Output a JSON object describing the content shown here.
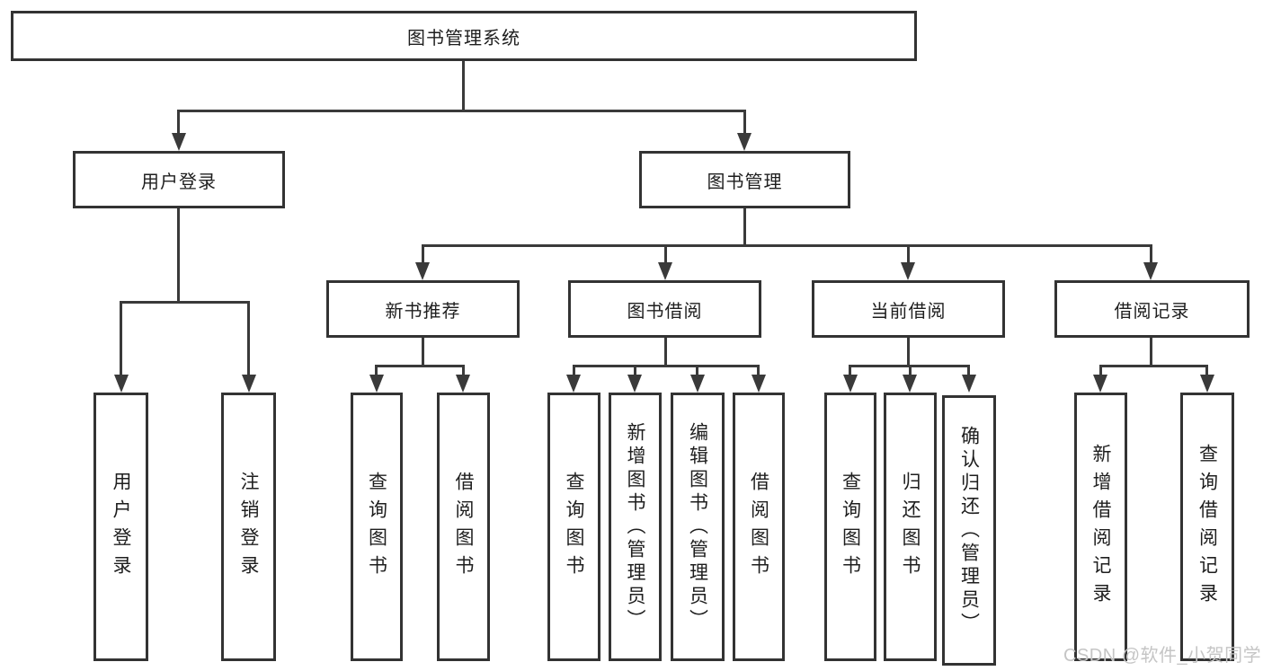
{
  "diagram": {
    "root": {
      "label": "图书管理系统"
    },
    "user_login": {
      "label": "用户登录",
      "children": [
        {
          "label": "用户登录"
        },
        {
          "label": "注销登录"
        }
      ]
    },
    "book_mgmt": {
      "label": "图书管理",
      "sections": [
        {
          "label": "新书推荐",
          "children": [
            {
              "label": "查询图书"
            },
            {
              "label": "借阅图书"
            }
          ]
        },
        {
          "label": "图书借阅",
          "children": [
            {
              "label": "查询图书"
            },
            {
              "label": "新增图书（管理员）"
            },
            {
              "label": "编辑图书（管理员）"
            },
            {
              "label": "借阅图书"
            }
          ]
        },
        {
          "label": "当前借阅",
          "children": [
            {
              "label": "查询图书"
            },
            {
              "label": "归还图书"
            },
            {
              "label": "确认归还（管理员）"
            }
          ]
        },
        {
          "label": "借阅记录",
          "children": [
            {
              "label": "新增借阅记录"
            },
            {
              "label": "查询借阅记录"
            }
          ]
        }
      ]
    },
    "watermark": "CSDN @软件_小贺同学"
  },
  "colors": {
    "line": "#3a3a3a",
    "border": "#333333",
    "text": "#1e1e1e",
    "watermark": "#c5c5c5",
    "background": "#ffffff"
  }
}
